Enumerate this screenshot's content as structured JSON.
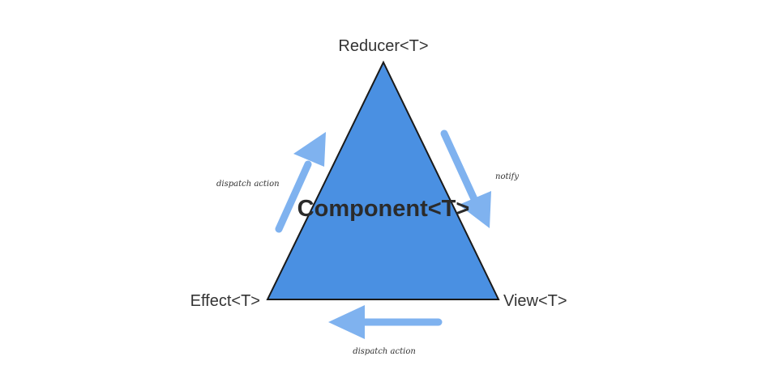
{
  "diagram": {
    "center": {
      "label": "Component<T>"
    },
    "nodes": {
      "top": {
        "label": "Reducer<T>"
      },
      "left": {
        "label": "Effect<T>"
      },
      "right": {
        "label": "View<T>"
      }
    },
    "edges": [
      {
        "from": "Reducer<T>",
        "to": "View<T>",
        "label": "notify"
      },
      {
        "from": "View<T>",
        "to": "Effect<T>",
        "label": "dispatch action"
      },
      {
        "from": "Effect<T>",
        "to": "Reducer<T>",
        "label": "dispatch action"
      }
    ],
    "colors": {
      "triangle_fill": "#4a90e2",
      "triangle_stroke": "#1a1a1a",
      "arrow": "#7fb2ef"
    }
  }
}
